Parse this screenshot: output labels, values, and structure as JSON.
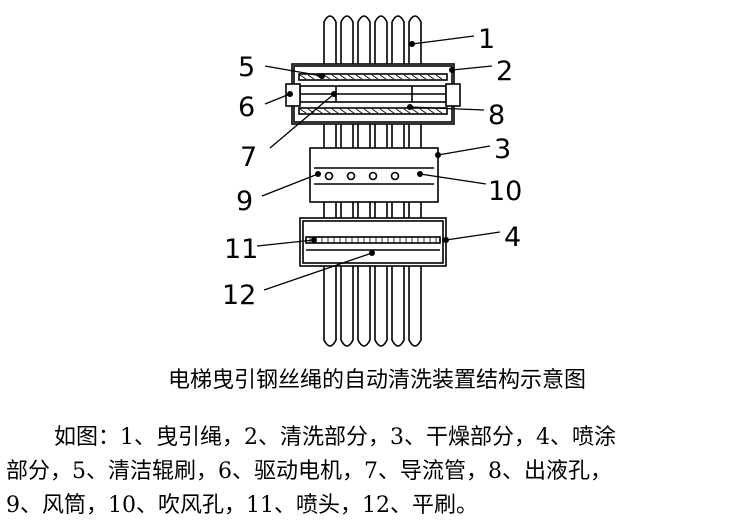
{
  "labels": {
    "n1": "1",
    "n2": "2",
    "n3": "3",
    "n4": "4",
    "n5": "5",
    "n6": "6",
    "n7": "7",
    "n8": "8",
    "n9": "9",
    "n10": "10",
    "n11": "11",
    "n12": "12"
  },
  "caption": "电梯曳引钢丝绳的自动清洗装置结构示意图",
  "description": {
    "line1": "如图：1、曳引绳，2、清洗部分，3、干燥部分，4、喷涂",
    "line2": "部分，5、清洁辊刷，6、驱动电机，7、导流管，8、出液孔，",
    "line3": "9、风筒，10、吹风孔，11、喷头，12、平刷。"
  }
}
